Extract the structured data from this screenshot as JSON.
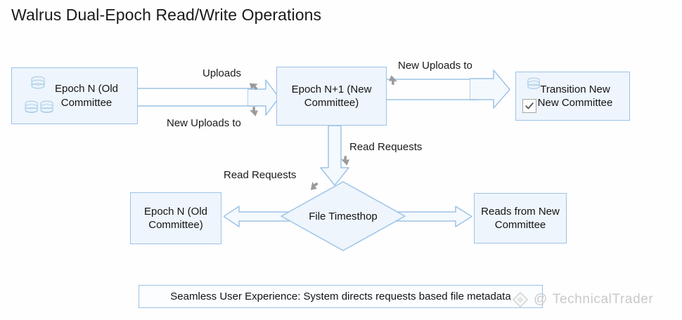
{
  "page": {
    "title": "Walrus Dual-Epoch Read/Write Operations",
    "background_color": "#fefefe"
  },
  "theme": {
    "node_border": "#9dc3e6",
    "node_fill": "#eef5fc",
    "arrow_stroke": "#9dc3e6",
    "arrow_fill": "#f4f9fd",
    "pointer_gray": "#9a9a9a",
    "text_color": "#141414",
    "watermark_color": "#c9c9c9"
  },
  "nodes": {
    "epoch_old_top": {
      "label": "Epoch N (Old Committee",
      "icons": [
        "database-icon",
        "database-stack-icon"
      ]
    },
    "epoch_new": {
      "label": "Epoch N+1 (New Committee)"
    },
    "transition_new": {
      "label": "Transition New New Committee",
      "icon": "database-icon",
      "checkbox_checked": true
    },
    "epoch_old_bottom": {
      "label": "Epoch N (Old Committee)"
    },
    "reads_new": {
      "label": "Reads from New Committee"
    },
    "decision": {
      "label": "File Timesthop",
      "shape": "diamond"
    }
  },
  "edges": {
    "uploads": {
      "label": "Uploads"
    },
    "new_uploads_to_left": {
      "label": "New Uploads to"
    },
    "new_uploads_to_right": {
      "label": "New Uploads to"
    },
    "read_requests_top": {
      "label": "Read Requests"
    },
    "read_requests_left": {
      "label": "Read Requests"
    }
  },
  "banner": {
    "text": "Seamless User Experience: System directs requests based file metadata"
  },
  "watermark": {
    "at_symbol": "@",
    "text": "TechnicalTrader",
    "mark": "diamond-logo-icon"
  }
}
